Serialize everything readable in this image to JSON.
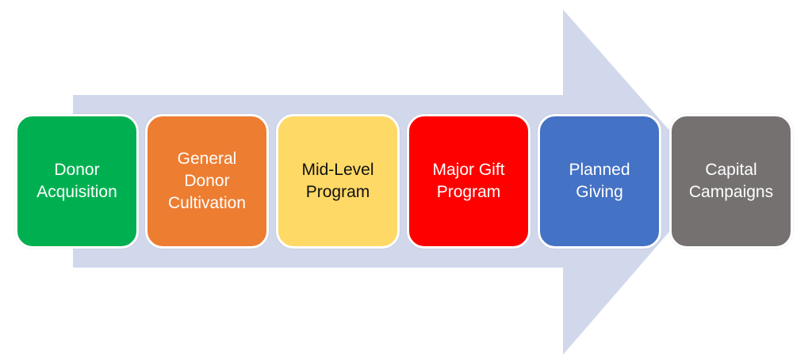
{
  "arrow": {
    "color": "#d1d8ec"
  },
  "stages": [
    {
      "label": "Donor\nAcquisition",
      "color": "#00b050",
      "text_color": "#ffffff"
    },
    {
      "label": "General\nDonor\nCultivation",
      "color": "#ed7d31",
      "text_color": "#ffffff"
    },
    {
      "label": "Mid-Level\nProgram",
      "color": "#ffd966",
      "text_color": "#111111"
    },
    {
      "label": "Major Gift\nProgram",
      "color": "#ff0000",
      "text_color": "#ffffff"
    },
    {
      "label": "Planned\nGiving",
      "color": "#4472c4",
      "text_color": "#ffffff"
    },
    {
      "label": "Capital\nCampaigns",
      "color": "#767171",
      "text_color": "#ffffff"
    }
  ]
}
